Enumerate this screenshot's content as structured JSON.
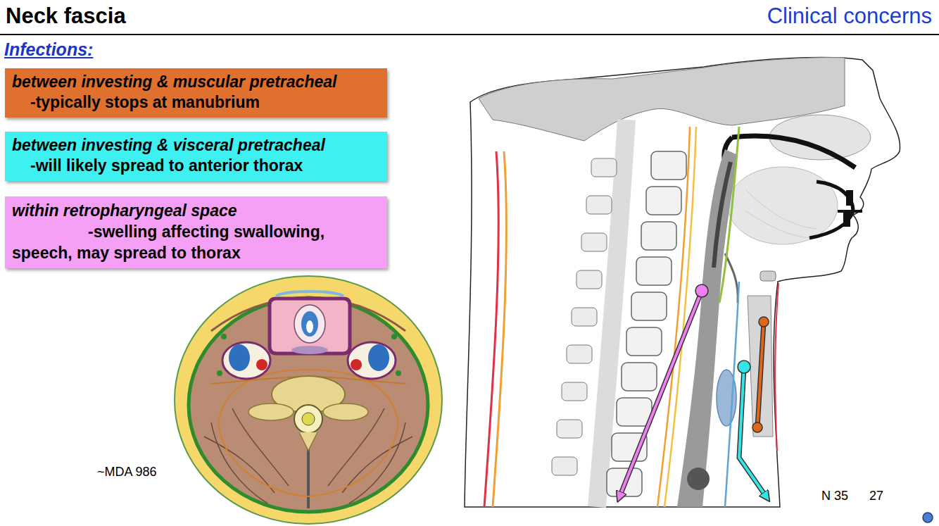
{
  "diagram": {
    "title": "Neck fascia",
    "nodes": [
      {
        "text": [
          "between investing & muscular pretracheal",
          "-typically stops at manubrium"
        ]
      },
      {
        "text": [
          "between investing & visceral pretracheal",
          "-will likely spread to anterior thorax"
        ]
      },
      {
        "text": [
          "within retropharyngeal space",
          "-swelling affecting swallowing, speech, may spread to thorax"
        ]
      }
    ],
    "labels": [
      "Clinical concerns",
      "Infections:",
      "~MDA 986",
      "N 35",
      "27"
    ]
  }
}
